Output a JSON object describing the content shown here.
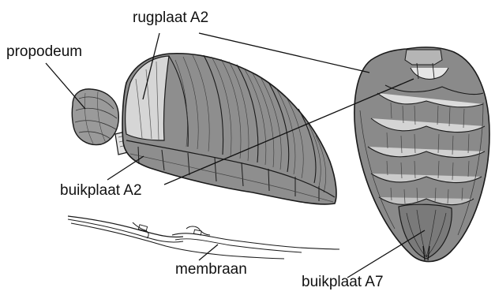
{
  "labels": {
    "rugplaat_a2": "rugplaat A2",
    "propodeum": "propodeum",
    "buikplaat_a2": "buikplaat A2",
    "membraan": "membraan",
    "buikplaat_a7": "buikplaat A7"
  },
  "colors": {
    "ink": "#1a1a1a",
    "fill_dark": "#8a8a8a",
    "fill_mid": "#a8a8a8",
    "fill_light": "#d6d6d6",
    "background": "#ffffff"
  }
}
